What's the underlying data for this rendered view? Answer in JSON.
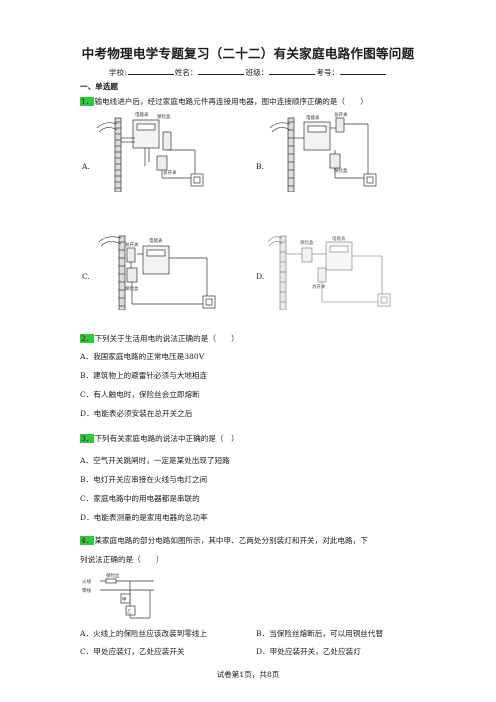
{
  "title": "中考物理电学专题复习（二十二）有关家庭电路作图等问题",
  "info": {
    "school": "学校:",
    "name": "姓名：",
    "class": "班级：",
    "exam_no": "考号："
  },
  "section": "一、单选题",
  "q1": {
    "num": "1．",
    "text": "输电线进户后，经过家庭电路元件再连接用电器，图中连接顺序正确的是（　　）",
    "options": [
      "A.",
      "B.",
      "C.",
      "D."
    ],
    "fig_labels": {
      "a": [
        "电能表",
        "保险盒",
        "总开关"
      ],
      "b": [
        "电能表",
        "总开关",
        "保险盒"
      ],
      "c": [
        "总开关",
        "电能表",
        "保险盒"
      ],
      "d": [
        "保险盒",
        "电能表",
        "总开关"
      ]
    }
  },
  "q2": {
    "num": "2．",
    "text": "下列关于生活用电的说法正确的是（　　）",
    "options": [
      "A．我国家庭电路的正常电压是380V",
      "B．建筑物上的避雷针必须与大地相连",
      "C．有人触电时，保险丝会立即熔断",
      "D．电能表必须安装在总开关之后"
    ]
  },
  "q3": {
    "num": "3．",
    "text": "下列有关家庭电路的说法中正确的是（　）",
    "options": [
      "A．空气开关跳闸时，一定是某处出现了短路",
      "B．电灯开关应串接在火线与电灯之间",
      "C．家庭电路中的用电器都是串联的",
      "D．电能表测量的是家用电器的总功率"
    ]
  },
  "q4": {
    "num": "4．",
    "text1": "某家庭电路的部分电路如图所示，其中甲、乙两处分别装灯和开关，对此电路，下",
    "text2": "列说法正确的是（　　）",
    "fig_labels": [
      "保险丝",
      "火线",
      "零线",
      "甲",
      "乙"
    ],
    "options": [
      "A．火线上的保险丝应该改装到零线上",
      "B．当保险丝熔断后，可以用铜丝代替",
      "C．甲处应装灯，乙处应装开关",
      "D．甲处应装开关，乙处应装灯"
    ]
  },
  "footer": "试卷第1页，共8页"
}
